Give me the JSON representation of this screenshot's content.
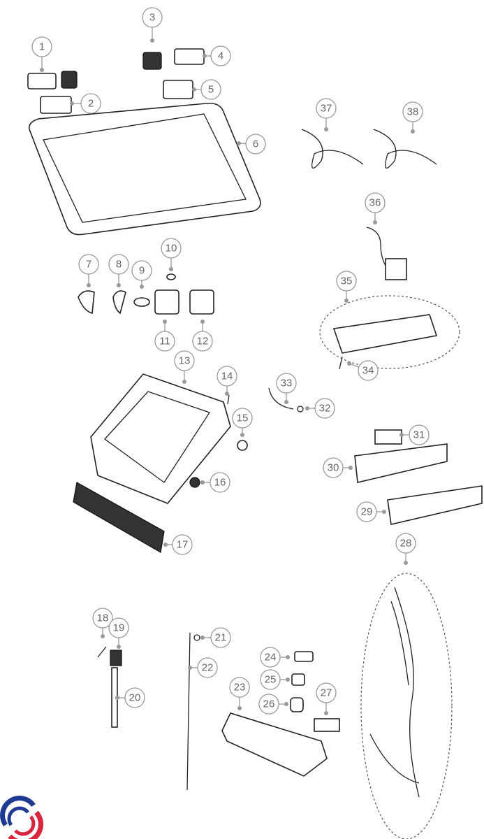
{
  "diagram": {
    "title": "Top-load washing machine exploded parts view",
    "callouts": [
      "1",
      "2",
      "3",
      "4",
      "5",
      "6",
      "7",
      "8",
      "9",
      "10",
      "11",
      "12",
      "13",
      "14",
      "15",
      "16",
      "17",
      "18",
      "19",
      "20",
      "21",
      "22",
      "23",
      "24",
      "25",
      "26",
      "27",
      "28",
      "29",
      "30",
      "31",
      "32",
      "33",
      "34",
      "35",
      "36",
      "37",
      "38"
    ]
  },
  "colors": {
    "logo_blue": "#1f3a93",
    "logo_red": "#d7263d",
    "callout_gray": "#999999"
  },
  "logo": {
    "name": "brand-logo-icon"
  }
}
